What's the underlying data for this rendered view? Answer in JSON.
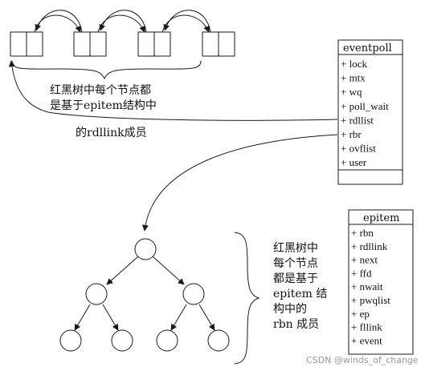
{
  "eventpoll": {
    "title": "eventpoll",
    "fields": [
      "+ lock",
      "+ mtx",
      "+ wq",
      "+ poll_wait",
      "+ rdllist",
      "+ rbr",
      "+ ovflist",
      "+ user"
    ]
  },
  "epitem": {
    "title": "epitem",
    "fields": [
      "+ rbn",
      "+ rdllink",
      "+ next",
      "+ ffd",
      "+ nwait",
      "+ pwqlist",
      "+ ep",
      "+ fllink",
      "+ event"
    ]
  },
  "labels": {
    "list_line1": "红黑树中每个节点都",
    "list_line2": "是基于epitem结构中",
    "list_line3": "的rdllink成员",
    "tree_line1": "红黑树中",
    "tree_line2": "每个节点",
    "tree_line3": "都是基于",
    "tree_line4": "epitem 结",
    "tree_line5": "构中的",
    "tree_line6": "rbn 成员"
  },
  "watermark": "CSDN @winds_of_change"
}
